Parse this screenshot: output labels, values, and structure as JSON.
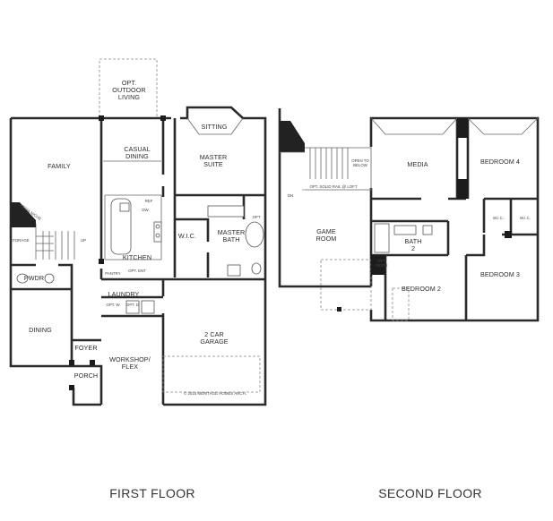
{
  "floors": {
    "first": "FIRST FLOOR",
    "second": "SECOND FLOOR"
  },
  "rooms_first": {
    "outdoor_1": "OPT.",
    "outdoor_2": "OUTDOOR",
    "outdoor_3": "LIVING",
    "casual_1": "CASUAL",
    "casual_2": "DINING",
    "sitting": "SITTING",
    "master_1": "MASTER",
    "master_2": "SUITE",
    "family": "FAMILY",
    "media_niche": "MEDIA NICHE",
    "storage": "STORAGE",
    "up": "UP",
    "dw": "DW",
    "ref": "REF",
    "wic": "W.I.C.",
    "master_bath_1": "MASTER",
    "master_bath_2": "BATH",
    "opt": "OPT",
    "kitchen": "KITCHEN",
    "pantry": "PANTRY",
    "opt_ent": "OPT. ENT",
    "pwdr": "PWDR",
    "laundry": "LAUNDRY",
    "opt_w": "OPT. W",
    "opt_d": "OPT. D",
    "dining": "DINING",
    "foyer": "FOYER",
    "workshop_1": "WORKSHOP/",
    "workshop_2": "FLEX",
    "garage_1": "2 CAR",
    "garage_2": "GARAGE",
    "porch": "PORCH",
    "copyright": "© 2015 MERITAGE HOMES ARCH."
  },
  "rooms_second": {
    "open_to_below_1": "OPEN TO",
    "open_to_below_2": "BELOW",
    "opt_rail": "OPT. SOLID RAIL @ LOFT",
    "media": "MEDIA",
    "bedroom4": "BEDROOM 4",
    "game_1": "GAME",
    "game_2": "ROOM",
    "wic_a": "W.I.C.",
    "wic_b": "W.I.C.",
    "bath2_1": "BATH",
    "bath2_2": "2",
    "opt_door_1": "OPT.",
    "opt_door_2": "DOOR",
    "bedroom2": "BEDROOM 2",
    "bedroom3": "BEDROOM 3",
    "dn": "DN"
  }
}
